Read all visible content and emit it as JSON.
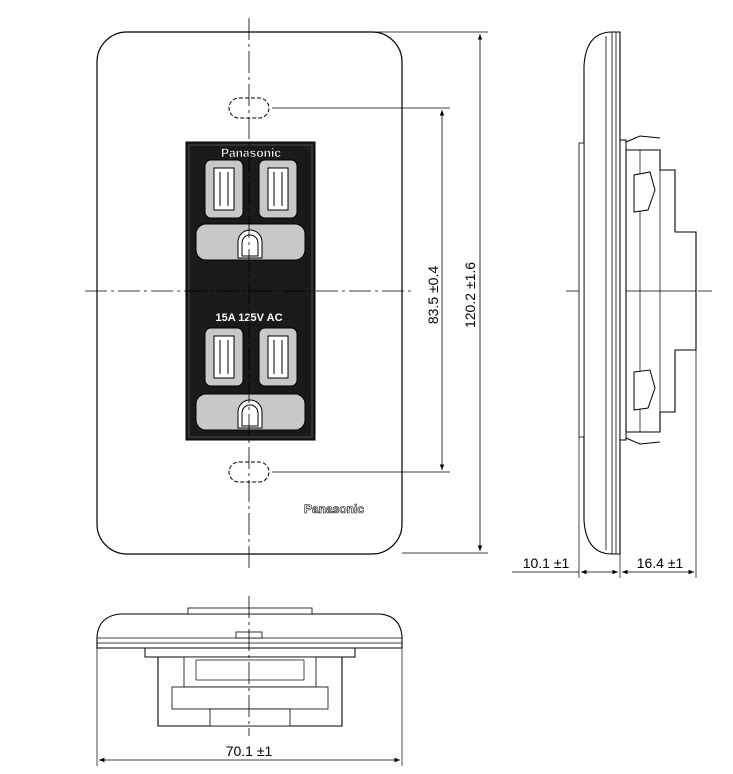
{
  "plate": {
    "brand": "Panasonic",
    "outlet_brand": "Panasonic",
    "rating": "15A 125V AC"
  },
  "dimensions": {
    "height_total": "120.2 ±1.6",
    "screw_pitch": "83.5 ±0.4",
    "plate_depth": "10.1 ±1",
    "body_depth": "16.4 ±1",
    "width_total": "70.1 ±1"
  },
  "colors": {
    "line": "#000000",
    "face": "#ffffff",
    "receptacle": "#1a1a1a",
    "slot": "#c8c8c8"
  }
}
